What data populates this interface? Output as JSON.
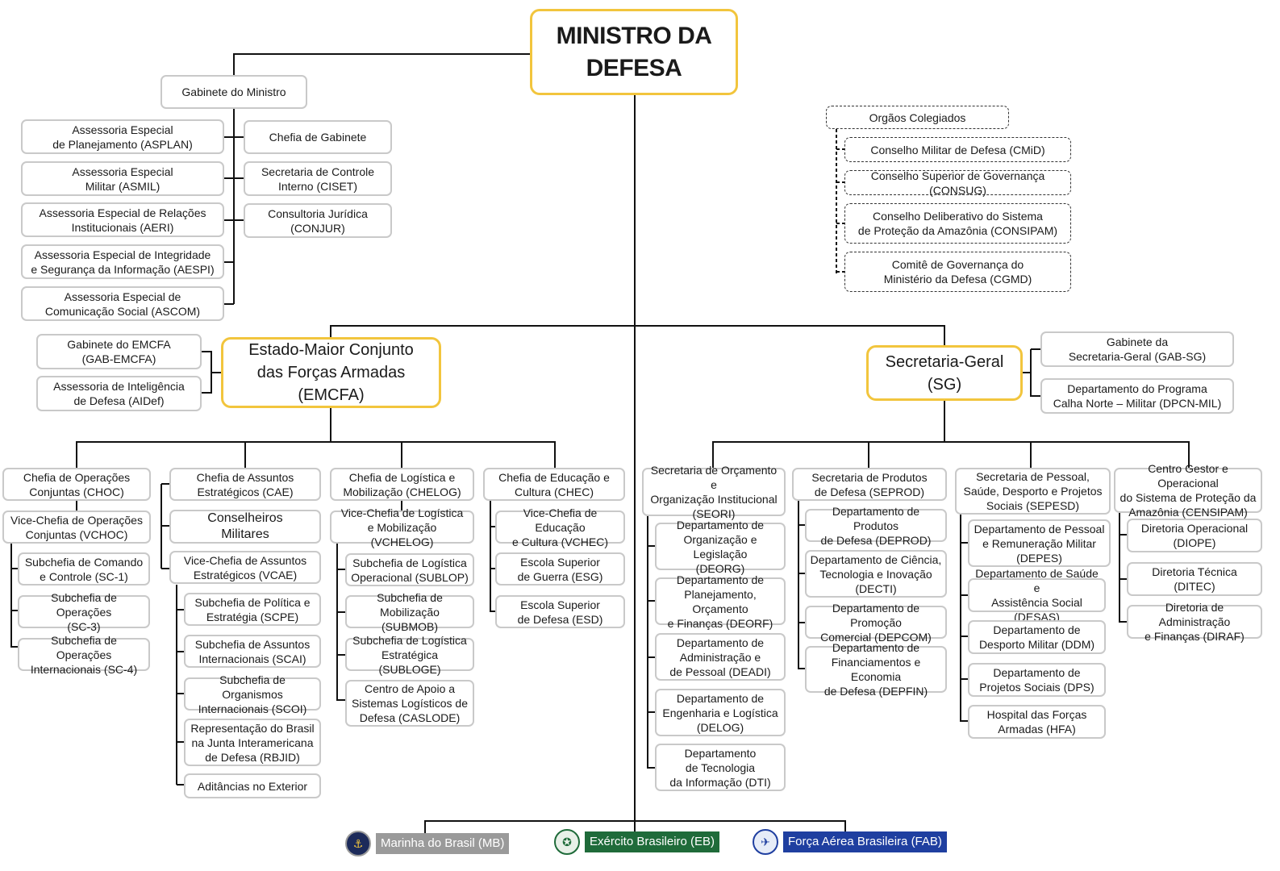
{
  "minister": {
    "title": "MINISTRO DA\nDEFESA"
  },
  "gabinete": {
    "label": "Gabinete do Ministro"
  },
  "left_advisors": [
    "Assessoria Especial\nde Planejamento (ASPLAN)",
    "Assessoria Especial\nMilitar (ASMIL)",
    "Assessoria Especial de Relações\nInstitucionais (AERI)",
    "Assessoria Especial de Integridade\ne Segurança da Informação  (AESPI)",
    "Assessoria Especial de\nComunicação Social (ASCOM)"
  ],
  "right_advisors": [
    "Chefia de Gabinete",
    "Secretaria de Controle\nInterno (CISET)",
    "Consultoria Jurídica\n(CONJUR)"
  ],
  "colegiados": {
    "title": "Orgãos Colegiados",
    "items": [
      "Conselho Militar de Defesa (CMiD)",
      "Conselho Superior de Governança (CONSUG)",
      "Conselho Deliberativo do Sistema\nde Proteção da Amazônia (CONSIPAM)",
      "Comitê de Governança do\nMinistério da Defesa (CGMD)"
    ]
  },
  "emcfa": {
    "title": "Estado-Maior Conjunto\ndas Forças Armadas\n(EMCFA)",
    "aux": [
      "Gabinete do EMCFA\n(GAB-EMCFA)",
      "Assessoria de Inteligência\nde Defesa (AIDef)"
    ],
    "choc": {
      "head": "Chefia de Operações\nConjuntas (CHOC)",
      "vice": "Vice-Chefia de Operações\nConjuntas (VCHOC)",
      "subs": [
        "Subchefia de Comando\ne Controle (SC-1)",
        "Subchefia de Operações\n(SC-3)",
        "Subchefia de Operações\nInternacionais (SC-4)"
      ]
    },
    "cae": {
      "head": "Chefia de Assuntos\nEstratégicos (CAE)",
      "conselheiros": "Conselheiros\nMilitares",
      "vice": "Vice-Chefia de Assuntos\nEstratégicos (VCAE)",
      "subs": [
        "Subchefia de Política e\nEstratégia (SCPE)",
        "Subchefia de Assuntos\nInternacionais (SCAI)",
        "Subchefia de Organismos\nInternacionais (SCOI)",
        "Representação do Brasil\nna Junta Interamericana\nde Defesa (RBJID)",
        "Aditâncias no Exterior"
      ]
    },
    "chelog": {
      "head": "Chefia de Logística e\nMobilização (CHELOG)",
      "vice": "Vice-Chefia de Logística\ne Mobilização (VCHELOG)",
      "subs": [
        "Subchefia de Logística\nOperacional (SUBLOP)",
        "Subchefia de Mobilização\n(SUBMOB)",
        "Subchefia de Logística\nEstratégica (SUBLOGE)",
        "Centro de Apoio a\nSistemas Logísticos de\nDefesa (CASLODE)"
      ]
    },
    "chec": {
      "head": "Chefia de Educação e\nCultura (CHEC)",
      "vice": "Vice-Chefia de Educação\ne Cultura (VCHEC)",
      "subs": [
        "Escola Superior\nde Guerra (ESG)",
        "Escola Superior\nde Defesa (ESD)"
      ]
    }
  },
  "sg": {
    "title": "Secretaria-Geral\n(SG)",
    "aux": [
      "Gabinete da\nSecretaria-Geral (GAB-SG)",
      "Departamento do Programa\nCalha Norte – Militar (DPCN-MIL)"
    ],
    "seori": {
      "head": "Secretaria de Orçamento e\nOrganização Institucional\n(SEORI)",
      "subs": [
        "Departamento de\nOrganização e Legislação\n(DEORG)",
        "Departamento de\nPlanejamento, Orçamento\ne Finanças (DEORF)",
        "Departamento de\nAdministração e\nde Pessoal (DEADI)",
        "Departamento de\nEngenharia e Logística\n(DELOG)",
        "Departamento\nde Tecnologia\nda Informação (DTI)"
      ]
    },
    "seprod": {
      "head": "Secretaria de Produtos\nde Defesa (SEPROD)",
      "subs": [
        "Departamento de Produtos\nde Defesa (DEPROD)",
        "Departamento de Ciência,\nTecnologia e Inovação\n(DECTI)",
        "Departamento de Promoção\nComercial (DEPCOM)",
        "Departamento de\nFinanciamentos e Economia\nde Defesa (DEPFIN)"
      ]
    },
    "sepesd": {
      "head": "Secretaria de Pessoal,\nSaúde, Desporto e Projetos\nSociais (SEPESD)",
      "subs": [
        "Departamento de Pessoal\ne Remuneração Militar\n(DEPES)",
        "Departamento de Saúde e\nAssistência Social (DESAS)",
        "Departamento de\nDesporto Militar (DDM)",
        "Departamento de\nProjetos Sociais (DPS)",
        "Hospital das Forças\nArmadas (HFA)"
      ]
    },
    "censipam": {
      "head": "Centro Gestor e Operacional\ndo Sistema de Proteção da\nAmazônia (CENSIPAM)",
      "subs": [
        "Diretoria Operacional\n(DIOPE)",
        "Diretoria Técnica\n(DITEC)",
        "Diretoria de Administração\ne Finanças (DIRAF)"
      ]
    }
  },
  "forces": [
    {
      "label": "Marinha do Brasil (MB)",
      "color": "#9a9a9a",
      "seal": "anchor-seal-icon"
    },
    {
      "label": "Exército Brasileiro (EB)",
      "color": "#1f6b3a",
      "seal": "army-seal-icon"
    },
    {
      "label": "Força Aérea Brasileira (FAB)",
      "color": "#1f3fa0",
      "seal": "airforce-seal-icon"
    }
  ],
  "flag_colors": [
    "#c8c8c8",
    "#1f6b3a",
    "#1f3fa0"
  ]
}
